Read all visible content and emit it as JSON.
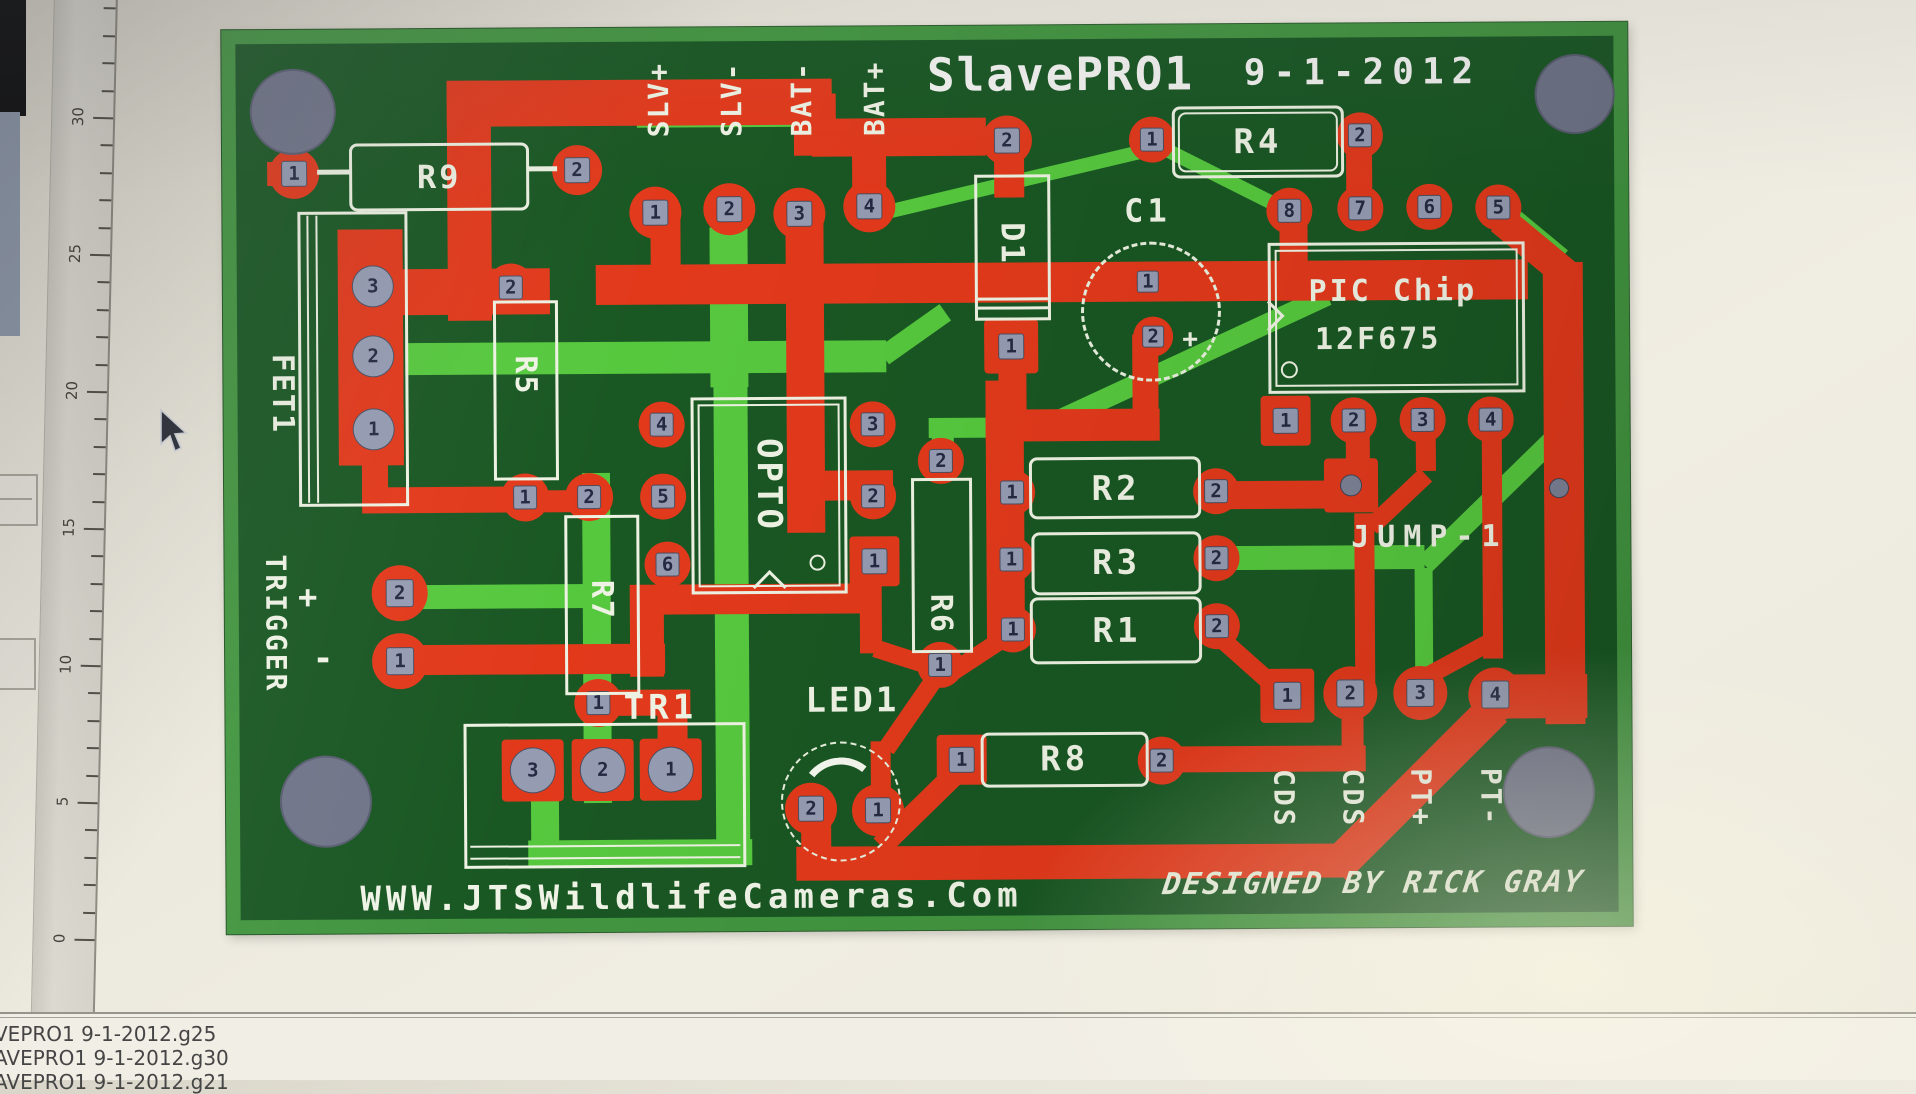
{
  "window": {
    "ruler": {
      "numbers": [
        "30",
        "25",
        "20",
        "15",
        "10",
        "5",
        "0"
      ]
    },
    "file_list": [
      "VEPRO1 9-1-2012.g25",
      "AVEPRO1 9-1-2012.g30",
      "AVEPRO1 9-1-2012.g21"
    ]
  },
  "board": {
    "title": "SlavePRO1",
    "date": "9-1-2012",
    "website": "WWW.JTSWildlifeCameras.Com",
    "credit": "DESIGNED BY RICK GRAY",
    "colors": {
      "board_green": "#195723",
      "board_frame": "#429540",
      "copper_top_red": "#e2391b",
      "copper_bottom_green": "#56c83e",
      "silkscreen_white": "#edf2e2",
      "pad_gray": "#959cb2",
      "hole_gray": "#6f7488"
    },
    "power_labels": [
      "SLV+",
      "SLV-",
      "BAT-",
      "BAT+"
    ],
    "components": {
      "conn_power": {
        "pads": [
          "1",
          "2",
          "3",
          "4"
        ]
      },
      "r9": {
        "label": "R9",
        "pads": [
          "1",
          "2"
        ]
      },
      "fet1": {
        "label": "FET1",
        "pads": [
          "3",
          "2",
          "1"
        ]
      },
      "r5": {
        "label": "R5",
        "pads": [
          "2",
          "1"
        ]
      },
      "r7": {
        "label": "R7",
        "pads": [
          "2",
          "1"
        ]
      },
      "trigger": {
        "label": "TRIGGER",
        "plus": "+",
        "minus": "-",
        "pads": [
          "2",
          "1"
        ]
      },
      "tr1": {
        "label": "TR1",
        "pads": [
          "3",
          "2",
          "1"
        ]
      },
      "opto": {
        "label": "OPTO",
        "pads_left": [
          "4",
          "5",
          "6"
        ],
        "pads_right": [
          "3",
          "2",
          "1"
        ]
      },
      "r6": {
        "label": "R6",
        "pads": [
          "2",
          "1"
        ]
      },
      "r2": {
        "label": "R2",
        "pads": [
          "1",
          "2"
        ]
      },
      "r3": {
        "label": "R3",
        "pads": [
          "1",
          "2"
        ]
      },
      "r1": {
        "label": "R1",
        "pads": [
          "1",
          "2"
        ]
      },
      "r8": {
        "label": "R8",
        "pads": [
          "1",
          "2"
        ]
      },
      "led1": {
        "label": "LED1",
        "pads": [
          "2",
          "1"
        ]
      },
      "d1": {
        "label": "D1",
        "pads": [
          "2",
          "1"
        ]
      },
      "c1": {
        "label": "C1",
        "polarity": "+",
        "pads": [
          "1",
          "2"
        ]
      },
      "r4": {
        "label": "R4",
        "pads": [
          "1",
          "2"
        ]
      },
      "pic": {
        "label_line1": "PIC Chip",
        "label_line2": "12F675",
        "pads_top": [
          "8",
          "7",
          "6",
          "5"
        ],
        "pads_bottom": [
          "1",
          "2",
          "3",
          "4"
        ]
      },
      "jump": {
        "label": "JUMP-1"
      },
      "conn_bottom": {
        "pads": [
          "1",
          "2",
          "3",
          "4"
        ],
        "labels": [
          "CDS",
          "CDS",
          "PT+",
          "PT-"
        ]
      }
    }
  }
}
